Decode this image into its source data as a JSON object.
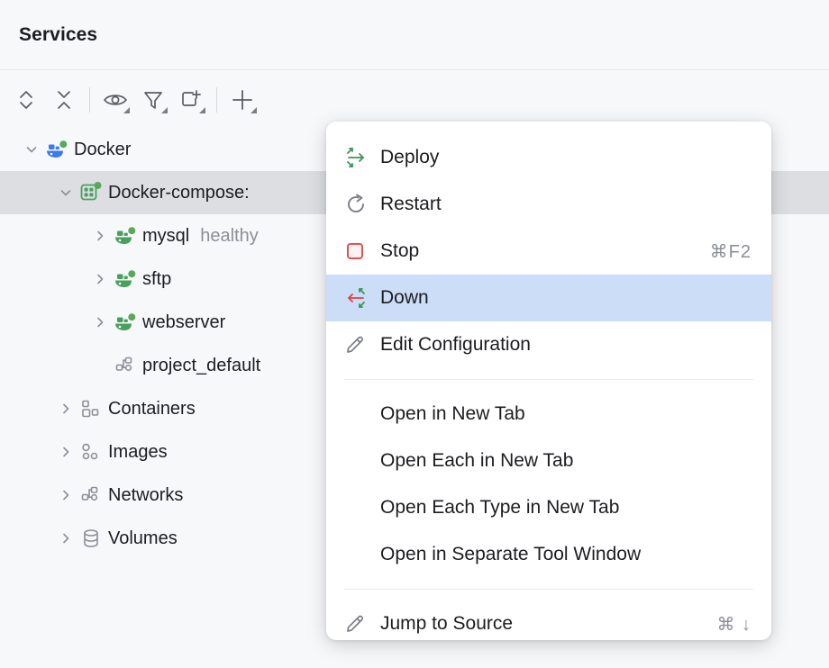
{
  "header": {
    "title": "Services"
  },
  "toolbar": {
    "buttons": [
      {
        "name": "expand-all-button",
        "icon": "chevrons-up-down-icon",
        "dropdown": false
      },
      {
        "name": "collapse-all-button",
        "icon": "collapse-arrows-icon",
        "dropdown": false
      },
      {
        "name": "show-hide-button",
        "icon": "eye-icon",
        "dropdown": true
      },
      {
        "name": "filter-button",
        "icon": "filter-icon",
        "dropdown": true
      },
      {
        "name": "open-in-new-tab-button",
        "icon": "new-tab-plus-icon",
        "dropdown": true
      },
      {
        "name": "add-service-button",
        "icon": "plus-icon",
        "dropdown": true
      }
    ]
  },
  "tree": {
    "items": [
      {
        "label": "Docker",
        "sub": "",
        "indent": 0,
        "arrow": "down",
        "icon": "docker-whale-blue-icon",
        "selected": false
      },
      {
        "label": "Docker-compose:",
        "sub": "",
        "indent": 1,
        "arrow": "down",
        "icon": "compose-green-icon",
        "selected": true
      },
      {
        "label": "mysql",
        "sub": "healthy",
        "indent": 2,
        "arrow": "right",
        "icon": "docker-whale-green-icon",
        "selected": false
      },
      {
        "label": "sftp",
        "sub": "",
        "indent": 2,
        "arrow": "right",
        "icon": "docker-whale-green-icon",
        "selected": false
      },
      {
        "label": "webserver",
        "sub": "",
        "indent": 2,
        "arrow": "right",
        "icon": "docker-whale-green-icon",
        "selected": false
      },
      {
        "label": "project_default",
        "sub": "",
        "indent": 2,
        "arrow": "none",
        "icon": "network-icon",
        "selected": false
      },
      {
        "label": "Containers",
        "sub": "",
        "indent": 1,
        "arrow": "right",
        "icon": "containers-icon",
        "selected": false
      },
      {
        "label": "Images",
        "sub": "",
        "indent": 1,
        "arrow": "right",
        "icon": "images-icon",
        "selected": false
      },
      {
        "label": "Networks",
        "sub": "",
        "indent": 1,
        "arrow": "right",
        "icon": "network-icon",
        "selected": false
      },
      {
        "label": "Volumes",
        "sub": "",
        "indent": 1,
        "arrow": "right",
        "icon": "volumes-icon",
        "selected": false
      }
    ]
  },
  "context_menu": {
    "items": [
      {
        "label": "Deploy",
        "shortcut": "",
        "icon": "deploy-icon",
        "highlight": false
      },
      {
        "label": "Restart",
        "shortcut": "",
        "icon": "restart-icon",
        "highlight": false
      },
      {
        "label": "Stop",
        "shortcut": "⌘F2",
        "icon": "stop-icon",
        "highlight": false
      },
      {
        "label": "Down",
        "shortcut": "",
        "icon": "down-icon",
        "highlight": true
      },
      {
        "label": "Edit Configuration",
        "shortcut": "",
        "icon": "pencil-icon",
        "highlight": false
      },
      {
        "label": "Open in New Tab",
        "shortcut": "",
        "icon": "",
        "highlight": false
      },
      {
        "label": "Open Each in New Tab",
        "shortcut": "",
        "icon": "",
        "highlight": false
      },
      {
        "label": "Open Each Type in New Tab",
        "shortcut": "",
        "icon": "",
        "highlight": false
      },
      {
        "label": "Open in Separate Tool Window",
        "shortcut": "",
        "icon": "",
        "highlight": false
      },
      {
        "label": "Jump to Source",
        "shortcut": "⌘ ↓",
        "icon": "pencil-icon",
        "highlight": false
      }
    ]
  },
  "colors": {
    "background": "#f7f8fa",
    "selection_tree": "#dcdee2",
    "selection_menu": "#ccddf7",
    "docker_blue": "#3a7bf0",
    "status_green": "#5aa85a",
    "compose_green": "#49a05e",
    "stop_red": "#e05252",
    "down_red": "#e04343",
    "text": "#1c1d21",
    "secondary_text": "#8c8f98"
  }
}
